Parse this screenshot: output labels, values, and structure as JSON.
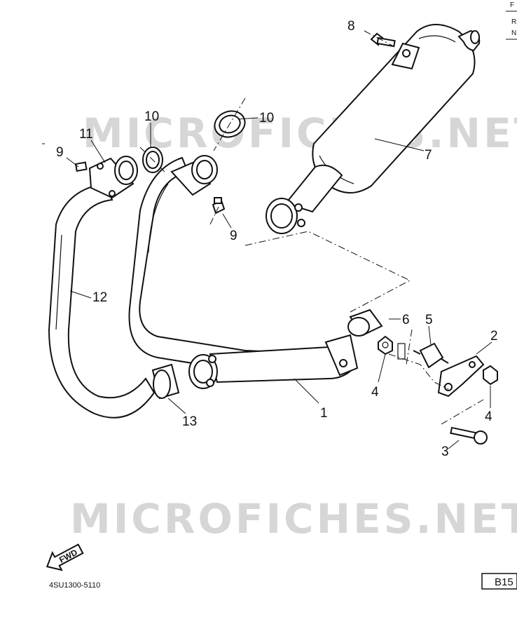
{
  "watermark": "MICROFICHES.NET",
  "callouts": {
    "c1": "1",
    "c2": "2",
    "c3": "3",
    "c4a": "4",
    "c4b": "4",
    "c5": "5",
    "c6": "6",
    "c7": "7",
    "c8": "8",
    "c9a": "9",
    "c9b": "9",
    "c10a": "10",
    "c10b": "10",
    "c11": "11",
    "c12": "12",
    "c13": "13"
  },
  "fwd_label": "FWD",
  "diagram_code": "4SU1300-5110",
  "page_ref": "B15",
  "corner_fragments": {
    "f": "F",
    "r": "R",
    "n": "N"
  }
}
